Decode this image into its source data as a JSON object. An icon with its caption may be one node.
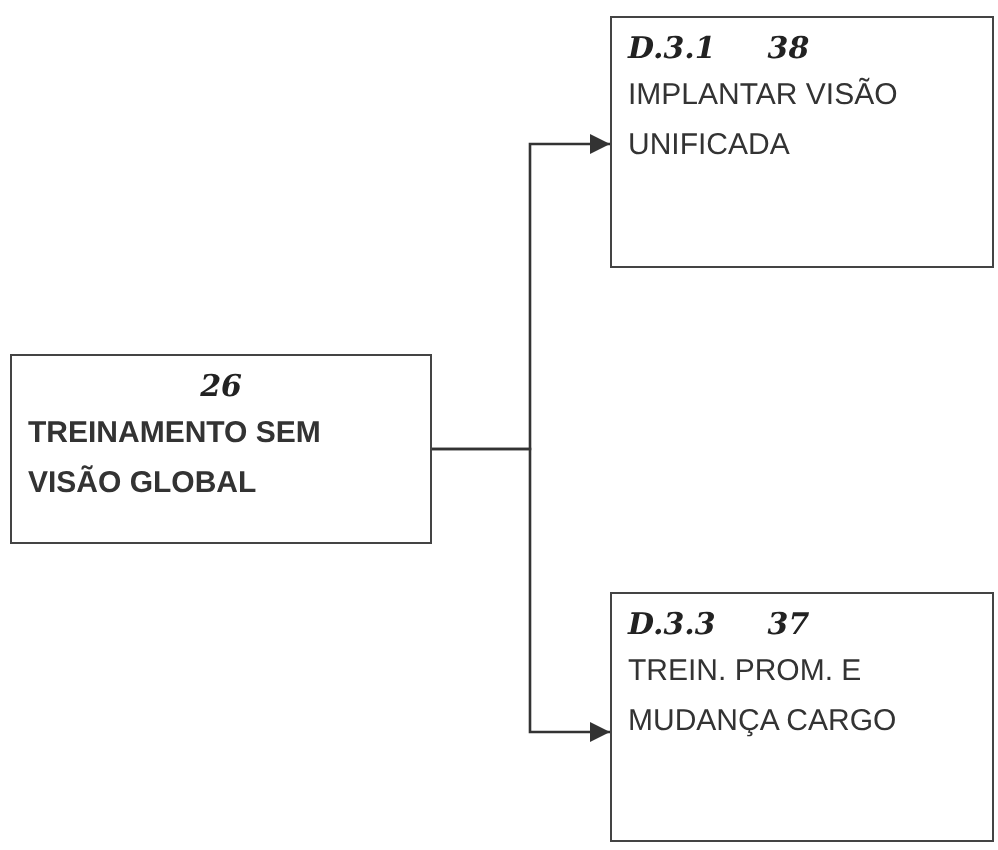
{
  "diagram": {
    "nodes": [
      {
        "text": [
          "26",
          "TREINAMENTO SEM VISÃO GLOBAL"
        ]
      },
      {
        "text": [
          "D.3.1",
          "38",
          "IMPLANTAR VISÃO UNIFICADA"
        ]
      },
      {
        "text": [
          "D.3.3",
          "37",
          "TREIN. PROM. E MUDANÇA CARGO"
        ]
      }
    ],
    "edges": [
      {
        "from": 0,
        "to": 1,
        "arrow": "to"
      },
      {
        "from": 0,
        "to": 2,
        "arrow": "to"
      }
    ]
  }
}
